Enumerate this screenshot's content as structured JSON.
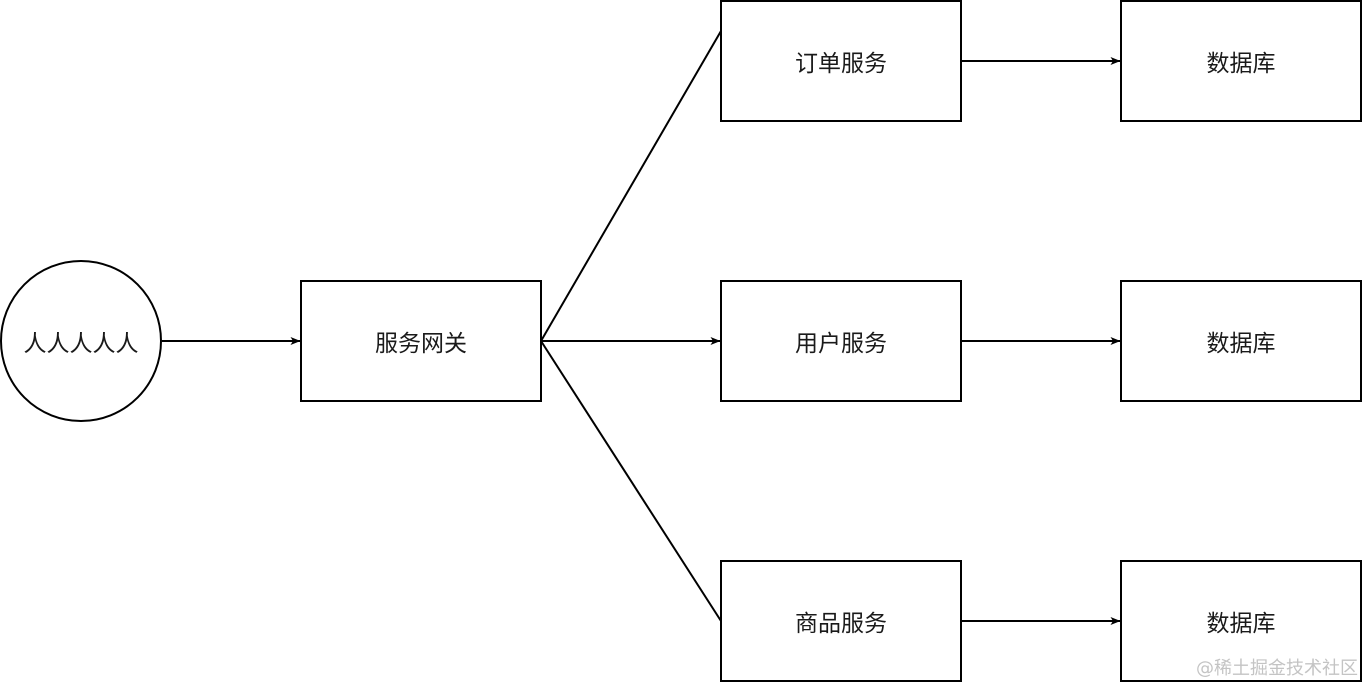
{
  "diagram": {
    "type": "flowchart",
    "nodes": {
      "users": {
        "label": "人人人人人",
        "shape": "circle"
      },
      "gateway": {
        "label": "服务网关",
        "shape": "rect"
      },
      "order_service": {
        "label": "订单服务",
        "shape": "rect"
      },
      "user_service": {
        "label": "用户服务",
        "shape": "rect"
      },
      "product_service": {
        "label": "商品服务",
        "shape": "rect"
      },
      "order_db": {
        "label": "数据库",
        "shape": "rect"
      },
      "user_db": {
        "label": "数据库",
        "shape": "rect"
      },
      "product_db": {
        "label": "数据库",
        "shape": "rect"
      }
    },
    "edges": [
      {
        "from": "users",
        "to": "gateway",
        "arrow": true
      },
      {
        "from": "gateway",
        "to": "order_service",
        "arrow": false
      },
      {
        "from": "gateway",
        "to": "user_service",
        "arrow": true
      },
      {
        "from": "gateway",
        "to": "product_service",
        "arrow": false
      },
      {
        "from": "order_service",
        "to": "order_db",
        "arrow": true
      },
      {
        "from": "user_service",
        "to": "user_db",
        "arrow": true
      },
      {
        "from": "product_service",
        "to": "product_db",
        "arrow": true
      }
    ],
    "colors": {
      "stroke": "#000000",
      "text": "#1a1a1a",
      "background": "#ffffff",
      "watermark": "#c4c4c4"
    }
  },
  "watermark": "@稀土掘金技术社区"
}
